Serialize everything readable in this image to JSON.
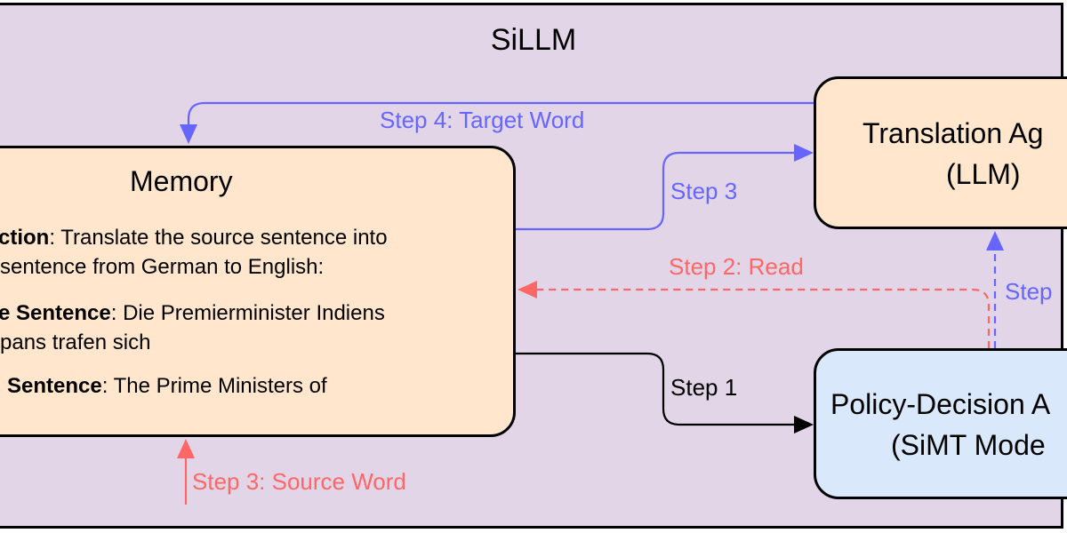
{
  "title": "SiLLM",
  "colors": {
    "background": "#e1d5e7",
    "memory_fill": "#ffe6cc",
    "translation_fill": "#ffe6cc",
    "policy_fill": "#dae8fc",
    "blue_arrow": "#6666ff",
    "red_arrow": "#ff6666"
  },
  "memory": {
    "title": "Memory",
    "instruction_key": "ction",
    "instruction_text": ": Translate the source sentence into",
    "instruction_line2": "sentence from German to English:",
    "source_key": "e Sentence",
    "source_text": ": Die Premierminister Indiens",
    "source_line2": "pans trafen sich",
    "target_key": "Sentence",
    "target_text": ": The Prime Ministers of"
  },
  "translation_agent": {
    "line1": "Translation Ag",
    "line2": "(LLM)"
  },
  "policy_agent": {
    "line1": "Policy-Decision A",
    "line2": "(SiMT Mode"
  },
  "steps": {
    "step4": "Step 4: Target Word",
    "step3": "Step 3",
    "step2": "Step 2: Read",
    "step_right": "Step",
    "step1": "Step 1",
    "step3_source": "Step 3: Source Word"
  }
}
